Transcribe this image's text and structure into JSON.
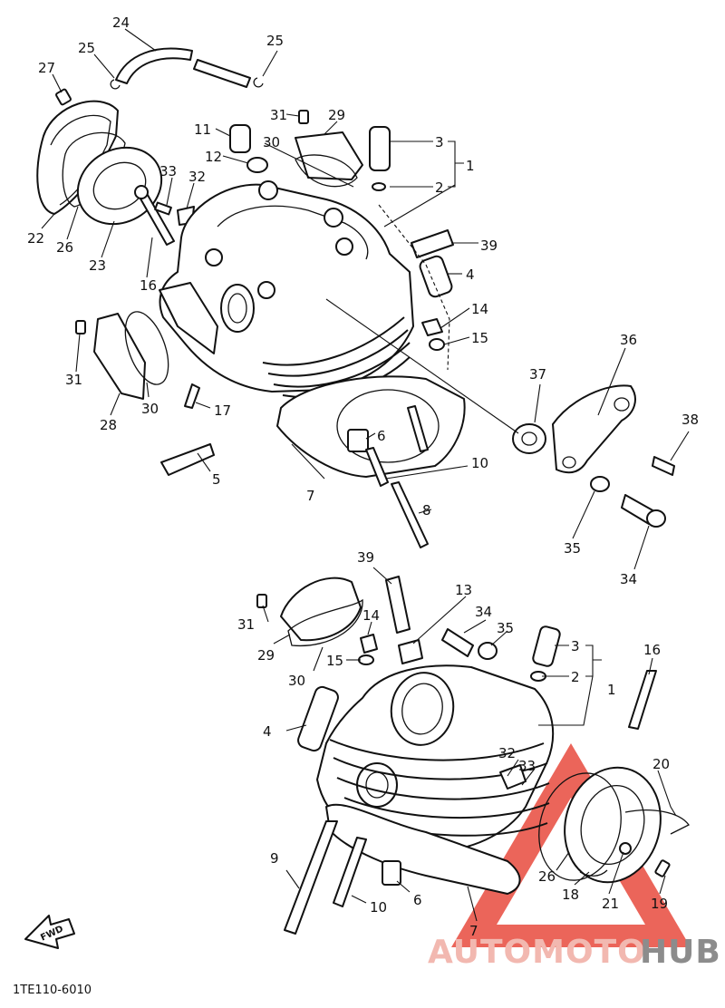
{
  "diagram": {
    "code": "1TE110-6010",
    "fwd_label": "FWD",
    "watermark": {
      "word_1": "AUTOMOTO",
      "word_2": "HUB",
      "color_1": "#f2b8b0",
      "color_2": "#8c8c8c",
      "triangle_color": "#e84a3d"
    },
    "labels": [
      {
        "id": "l24a",
        "text": "24"
      },
      {
        "id": "l25a",
        "text": "25"
      },
      {
        "id": "l25b",
        "text": "25"
      },
      {
        "id": "l27a",
        "text": "27"
      },
      {
        "id": "l31a",
        "text": "31"
      },
      {
        "id": "l29a",
        "text": "29"
      },
      {
        "id": "l11a",
        "text": "11"
      },
      {
        "id": "l30a",
        "text": "30"
      },
      {
        "id": "l12a",
        "text": "12"
      },
      {
        "id": "l3a",
        "text": "3"
      },
      {
        "id": "l2a",
        "text": "2"
      },
      {
        "id": "l1a",
        "text": "1"
      },
      {
        "id": "l33a",
        "text": "33"
      },
      {
        "id": "l32a",
        "text": "32"
      },
      {
        "id": "l22a",
        "text": "22"
      },
      {
        "id": "l26a",
        "text": "26"
      },
      {
        "id": "l23a",
        "text": "23"
      },
      {
        "id": "l16a",
        "text": "16"
      },
      {
        "id": "l39a",
        "text": "39"
      },
      {
        "id": "l4a",
        "text": "4"
      },
      {
        "id": "l14a",
        "text": "14"
      },
      {
        "id": "l15a",
        "text": "15"
      },
      {
        "id": "l31b",
        "text": "31"
      },
      {
        "id": "l30b",
        "text": "30"
      },
      {
        "id": "l28a",
        "text": "28"
      },
      {
        "id": "l17a",
        "text": "17"
      },
      {
        "id": "l5a",
        "text": "5"
      },
      {
        "id": "l36a",
        "text": "36"
      },
      {
        "id": "l37a",
        "text": "37"
      },
      {
        "id": "l38a",
        "text": "38"
      },
      {
        "id": "l6a",
        "text": "6"
      },
      {
        "id": "l10a",
        "text": "10"
      },
      {
        "id": "l7a",
        "text": "7"
      },
      {
        "id": "l8a",
        "text": "8"
      },
      {
        "id": "l35a",
        "text": "35"
      },
      {
        "id": "l34a",
        "text": "34"
      },
      {
        "id": "l39b",
        "text": "39"
      },
      {
        "id": "l13a",
        "text": "13"
      },
      {
        "id": "l31c",
        "text": "31"
      },
      {
        "id": "l34b",
        "text": "34"
      },
      {
        "id": "l35b",
        "text": "35"
      },
      {
        "id": "l14b",
        "text": "14"
      },
      {
        "id": "l29b",
        "text": "29"
      },
      {
        "id": "l15b",
        "text": "15"
      },
      {
        "id": "l30c",
        "text": "30"
      },
      {
        "id": "l3b",
        "text": "3"
      },
      {
        "id": "l16b",
        "text": "16"
      },
      {
        "id": "l2b",
        "text": "2"
      },
      {
        "id": "l1b",
        "text": "1"
      },
      {
        "id": "l4b",
        "text": "4"
      },
      {
        "id": "l32b",
        "text": "32"
      },
      {
        "id": "l33b",
        "text": "33"
      },
      {
        "id": "l20a",
        "text": "20"
      },
      {
        "id": "l9a",
        "text": "9"
      },
      {
        "id": "l6b",
        "text": "6"
      },
      {
        "id": "l26b",
        "text": "26"
      },
      {
        "id": "l18a",
        "text": "18"
      },
      {
        "id": "l21a",
        "text": "21"
      },
      {
        "id": "l19a",
        "text": "19"
      },
      {
        "id": "l10b",
        "text": "10"
      },
      {
        "id": "l7b",
        "text": "7"
      }
    ]
  }
}
